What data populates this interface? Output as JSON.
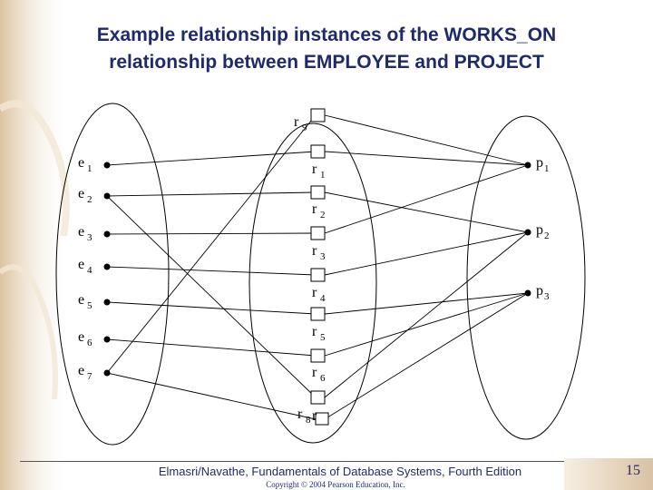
{
  "title": {
    "line1": "Example relationship instances of the WORKS_ON",
    "line2": "relationship between EMPLOYEE and PROJECT"
  },
  "diagram": {
    "employees": [
      {
        "letter": "e",
        "sub": "1"
      },
      {
        "letter": "e",
        "sub": "2"
      },
      {
        "letter": "e",
        "sub": "3"
      },
      {
        "letter": "e",
        "sub": "4"
      },
      {
        "letter": "e",
        "sub": "5"
      },
      {
        "letter": "e",
        "sub": "6"
      },
      {
        "letter": "e",
        "sub": "7"
      }
    ],
    "relationships": [
      {
        "letter": "r",
        "sub": "9"
      },
      {
        "letter": "r",
        "sub": "1"
      },
      {
        "letter": "r",
        "sub": "2"
      },
      {
        "letter": "r",
        "sub": "3"
      },
      {
        "letter": "r",
        "sub": "4"
      },
      {
        "letter": "r",
        "sub": "5"
      },
      {
        "letter": "r",
        "sub": "6"
      },
      {
        "letter": "r",
        "sub": "8"
      },
      {
        "letter": "r",
        "sub": ""
      }
    ],
    "projects": [
      {
        "letter": "p",
        "sub": "1"
      },
      {
        "letter": "p",
        "sub": "2"
      },
      {
        "letter": "p",
        "sub": "3"
      }
    ]
  },
  "footer": {
    "citation": "Elmasri/Navathe, Fundamentals of Database Systems, Fourth Edition",
    "copyright": "Copyright © 2004 Pearson Education, Inc.",
    "page_number": "15"
  },
  "colors": {
    "title": "#1f2a6b",
    "sand": "#e6d2b5"
  }
}
